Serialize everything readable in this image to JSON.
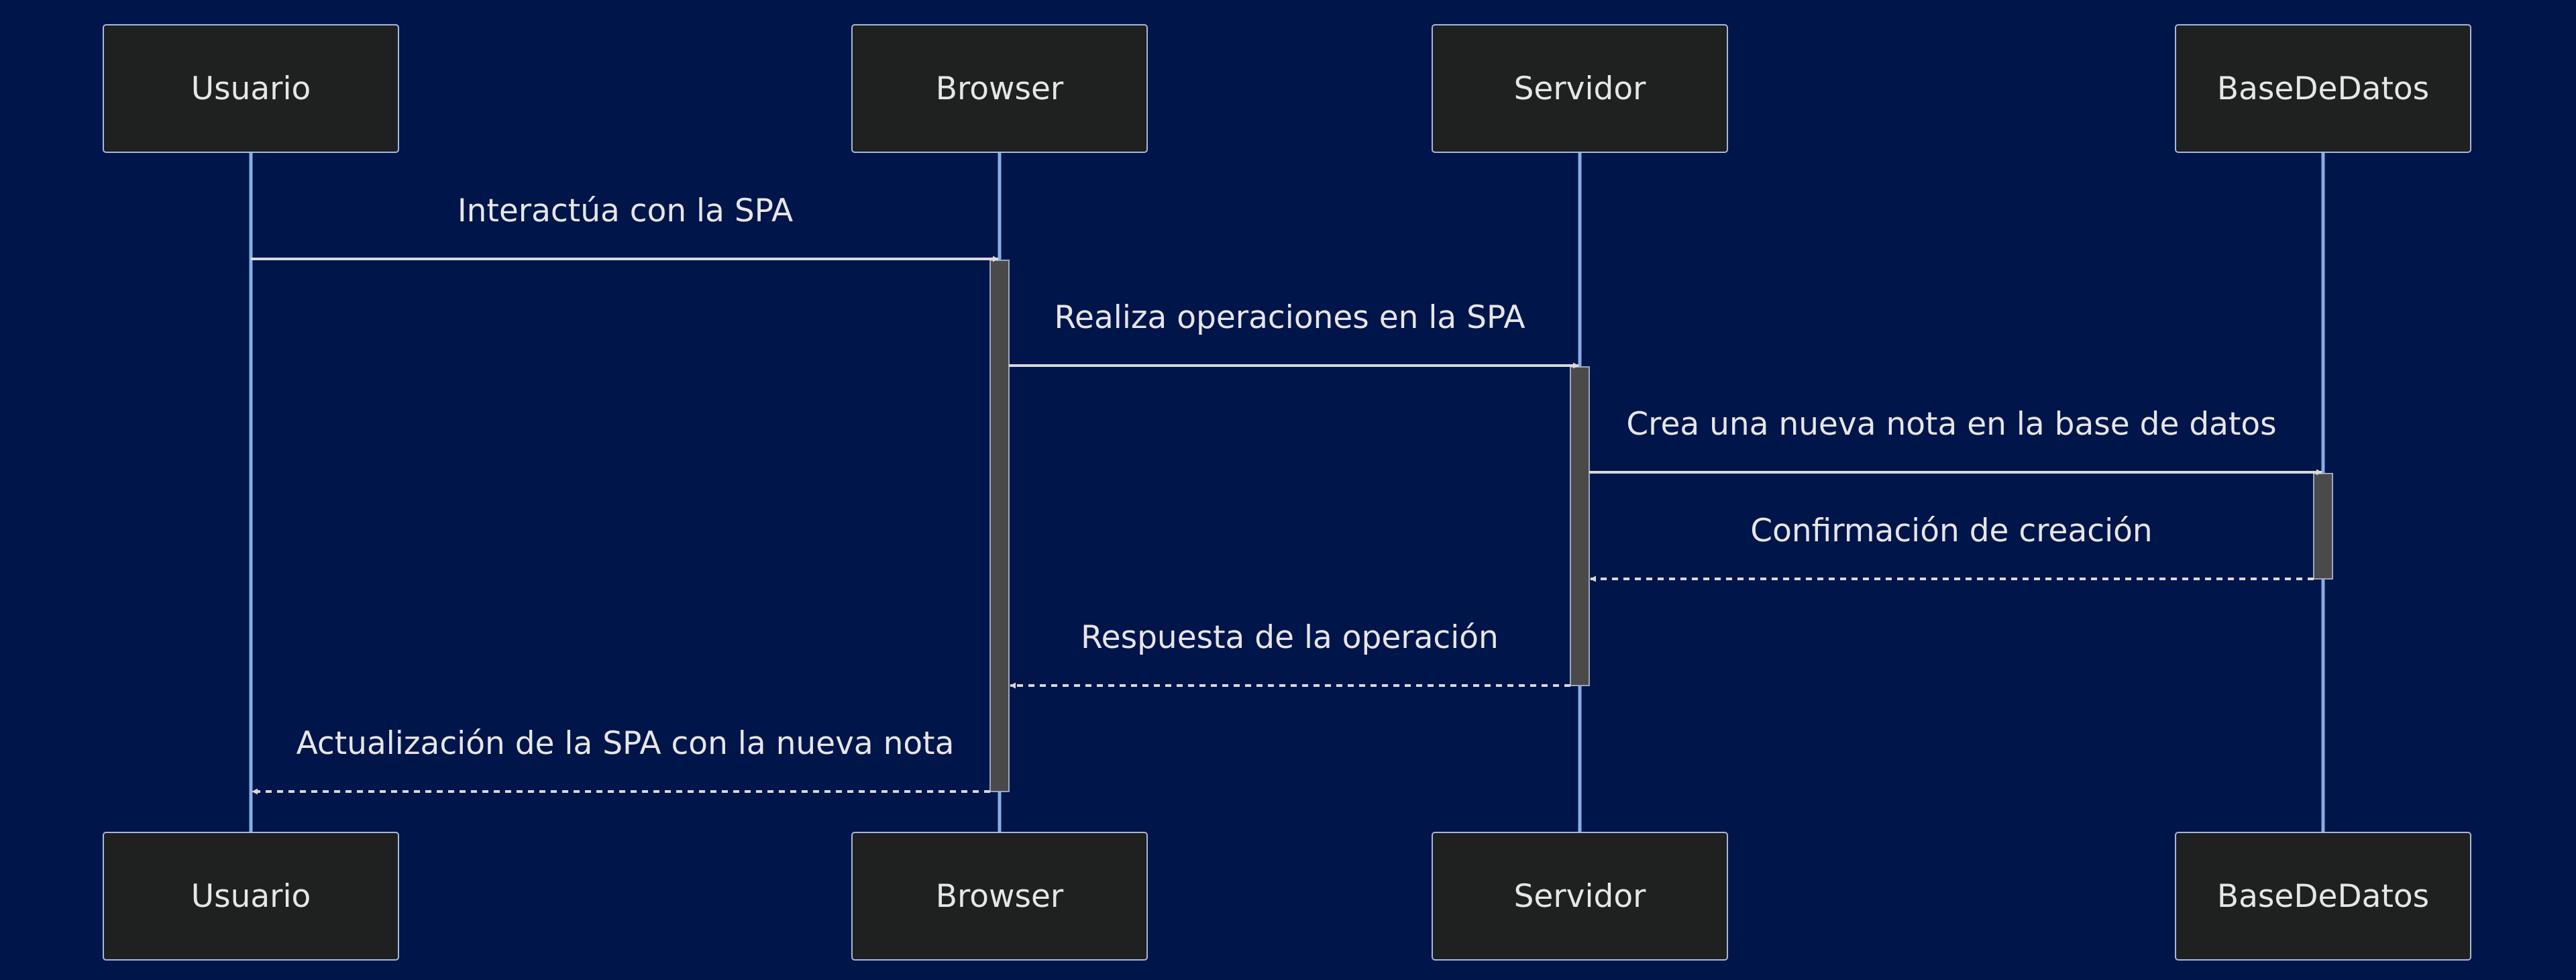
{
  "colors": {
    "background": "#00154a",
    "actor_fill": "#1f2020",
    "actor_border": "#a7b7dc",
    "lifeline": "#86aee6",
    "activation_fill": "#4a4a4a",
    "activation_border": "#9aa7c2",
    "message_line": "#d9d9d9",
    "text": "#e6e6e6"
  },
  "participants": [
    {
      "id": "usuario",
      "label": "Usuario"
    },
    {
      "id": "browser",
      "label": "Browser"
    },
    {
      "id": "servidor",
      "label": "Servidor"
    },
    {
      "id": "basededatos",
      "label": "BaseDeDatos"
    }
  ],
  "messages": [
    {
      "id": "m1",
      "from": "usuario",
      "to": "browser",
      "label": "Interactúa con la SPA",
      "style": "solid"
    },
    {
      "id": "m2",
      "from": "browser",
      "to": "servidor",
      "label": "Realiza operaciones en la SPA",
      "style": "solid"
    },
    {
      "id": "m3",
      "from": "servidor",
      "to": "basededatos",
      "label": "Crea una nueva nota en la base de datos",
      "style": "solid"
    },
    {
      "id": "m4",
      "from": "basededatos",
      "to": "servidor",
      "label": "Confirmación de creación",
      "style": "dashed"
    },
    {
      "id": "m5",
      "from": "servidor",
      "to": "browser",
      "label": "Respuesta de la operación",
      "style": "dashed"
    },
    {
      "id": "m6",
      "from": "browser",
      "to": "usuario",
      "label": "Actualización de la SPA con la nueva nota",
      "style": "dashed"
    }
  ],
  "activations": [
    {
      "participant": "browser",
      "from_message": "m1",
      "to_message": "m6"
    },
    {
      "participant": "servidor",
      "from_message": "m2",
      "to_message": "m5"
    },
    {
      "participant": "basededatos",
      "from_message": "m3",
      "to_message": "m4"
    }
  ]
}
